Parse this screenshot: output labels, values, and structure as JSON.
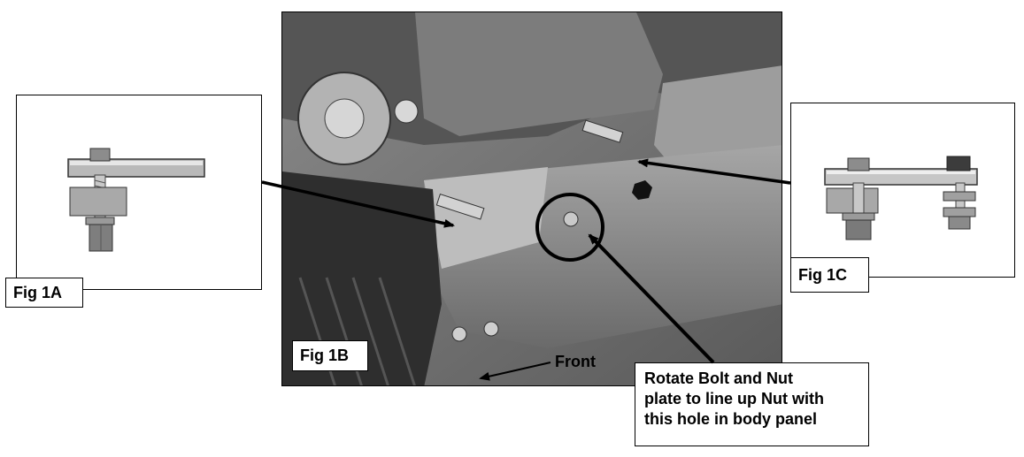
{
  "figures": {
    "fig1a": {
      "label": "Fig 1A"
    },
    "fig1b": {
      "label": "Fig 1B",
      "direction_label": "Front"
    },
    "fig1c": {
      "label": "Fig 1C"
    }
  },
  "callout": {
    "text": "Rotate Bolt and Nut\nplate to line up Nut with\nthis hole in body panel"
  }
}
